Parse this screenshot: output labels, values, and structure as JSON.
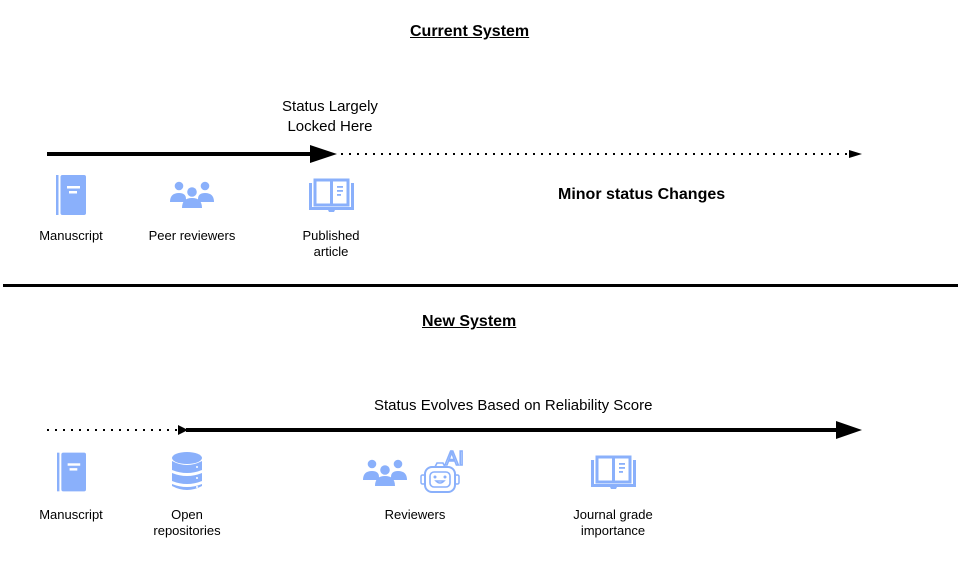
{
  "colors": {
    "icon": "#8ab0fb",
    "line": "#000000",
    "background": "#ffffff"
  },
  "current_system": {
    "title": "Current System",
    "callout": [
      "Status Largely",
      "Locked Here"
    ],
    "side_note": "Minor status Changes",
    "timeline": {
      "solid": "start to published article",
      "dotted": "after published article"
    },
    "steps": [
      {
        "icon": "book-icon",
        "label": "Manuscript"
      },
      {
        "icon": "people-group-icon",
        "label": "Peer reviewers"
      },
      {
        "icon": "open-book-icon",
        "label": [
          "Published",
          "article"
        ]
      }
    ]
  },
  "new_system": {
    "title": "New System",
    "callout": "Status Evolves Based on Reliability Score",
    "timeline": {
      "dotted": "manuscript to open repositories",
      "solid": "after open repositories"
    },
    "steps": [
      {
        "icon": "book-icon",
        "label": "Manuscript"
      },
      {
        "icon": "database-icon",
        "label": [
          "Open",
          "repositories"
        ]
      },
      {
        "icon": "people-group-icon + ai-robot-icon",
        "label": "Reviewers"
      },
      {
        "icon": "open-book-icon",
        "label": [
          "Journal grade",
          "importance"
        ]
      }
    ]
  }
}
